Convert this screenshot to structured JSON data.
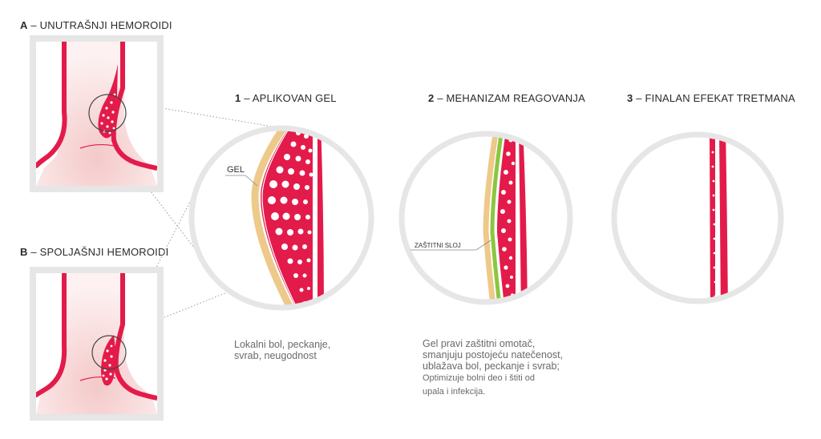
{
  "panels": {
    "a": {
      "letter": "A",
      "title": "– UNUTRAŠNJI HEMOROIDI"
    },
    "b": {
      "letter": "B",
      "title": "– SPOLJAŠNJI HEMOROIDI"
    }
  },
  "steps": [
    {
      "num": "1",
      "title": "– APLIKOVAN GEL",
      "tag": "GEL",
      "desc": [
        "Lokalni bol, peckanje,",
        "svrab, neugodnost"
      ]
    },
    {
      "num": "2",
      "title": "– MEHANIZAM REAGOVANJA",
      "tag": "ZAŠTITNI SLOJ",
      "desc": [
        "Gel pravi zaštitni omotač,",
        "smanjuju postojeću natečenost,",
        "ublažava bol, peckanje i svrab;"
      ],
      "desc_small": [
        "Optimizuje bolni deo i štiti od",
        "upala i infekcija."
      ]
    },
    {
      "num": "3",
      "title": "– FINALAN EFEKAT TRETMANA"
    }
  ],
  "colors": {
    "red": "#e31b4a",
    "gel": "#edc98a",
    "green": "#8cc63f",
    "frame": "#e6e6e6",
    "pink": "#f8dcdc"
  }
}
